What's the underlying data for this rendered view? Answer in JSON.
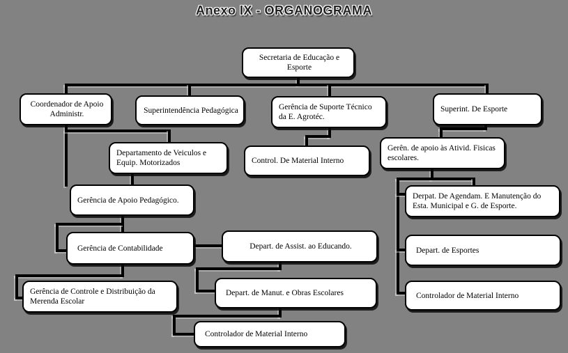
{
  "title": "Anexo IX - ORGANOGRAMA",
  "colors": {
    "background": "#828282",
    "box_fill": "#ffffff",
    "box_border": "#000000",
    "connector": "#000000"
  },
  "nodes": {
    "secretaria": {
      "label": "Secretaria de Educação e Esporte"
    },
    "coordenador": {
      "label": "Coordenador de Apoio Administr."
    },
    "superintendencia": {
      "label": "Superintendência Pedagógica"
    },
    "ger_suporte": {
      "label": "Gerência de Suporte Técnico da E. Agrotéc."
    },
    "superint_esporte": {
      "label": "Superint. De Esporte"
    },
    "dep_veiculos": {
      "label": "Departamento de Veiculos e Equip. Motorizados"
    },
    "control_material": {
      "label": "Control. De Material Interno"
    },
    "geren_apoio_ativ": {
      "label": "Gerên. de apoio às Ativid. Fisicas escolares."
    },
    "ger_apoio_pedagogico": {
      "label": "Gerência de Apoio Pedagógico."
    },
    "derpat_agendam": {
      "label": "Derpat. De Agendam. E Manutenção do Esta. Municipal e G. de Esporte."
    },
    "ger_contabilidade": {
      "label": "Gerência de Contabilidade"
    },
    "dep_assist_educando": {
      "label": "Depart. de Assist. ao Educando."
    },
    "dep_esportes": {
      "label": "Depart. de Esportes"
    },
    "ger_controle_merenda": {
      "label": "Gerência de Controle e Distribuição da Merenda Escolar"
    },
    "dep_manut_obras": {
      "label": "Depart. de Manut. e Obras Escolares"
    },
    "controlador_material_right": {
      "label": "Controlador de Material Interno"
    },
    "controlador_material_bottom": {
      "label": "Controlador de Material Interno"
    }
  },
  "edges": [
    [
      "secretaria",
      "coordenador"
    ],
    [
      "secretaria",
      "superintendencia"
    ],
    [
      "secretaria",
      "ger_suporte"
    ],
    [
      "secretaria",
      "superint_esporte"
    ],
    [
      "coordenador",
      "dep_veiculos"
    ],
    [
      "coordenador",
      "ger_apoio_pedagogico"
    ],
    [
      "dep_veiculos",
      "ger_apoio_pedagogico"
    ],
    [
      "ger_apoio_pedagogico",
      "ger_contabilidade"
    ],
    [
      "ger_contabilidade",
      "dep_assist_educando"
    ],
    [
      "ger_contabilidade",
      "ger_controle_merenda"
    ],
    [
      "dep_assist_educando",
      "dep_manut_obras"
    ],
    [
      "dep_manut_obras",
      "controlador_material_bottom"
    ],
    [
      "ger_suporte",
      "control_material"
    ],
    [
      "superint_esporte",
      "geren_apoio_ativ"
    ],
    [
      "geren_apoio_ativ",
      "derpat_agendam"
    ],
    [
      "geren_apoio_ativ",
      "dep_esportes"
    ],
    [
      "geren_apoio_ativ",
      "controlador_material_right"
    ]
  ]
}
